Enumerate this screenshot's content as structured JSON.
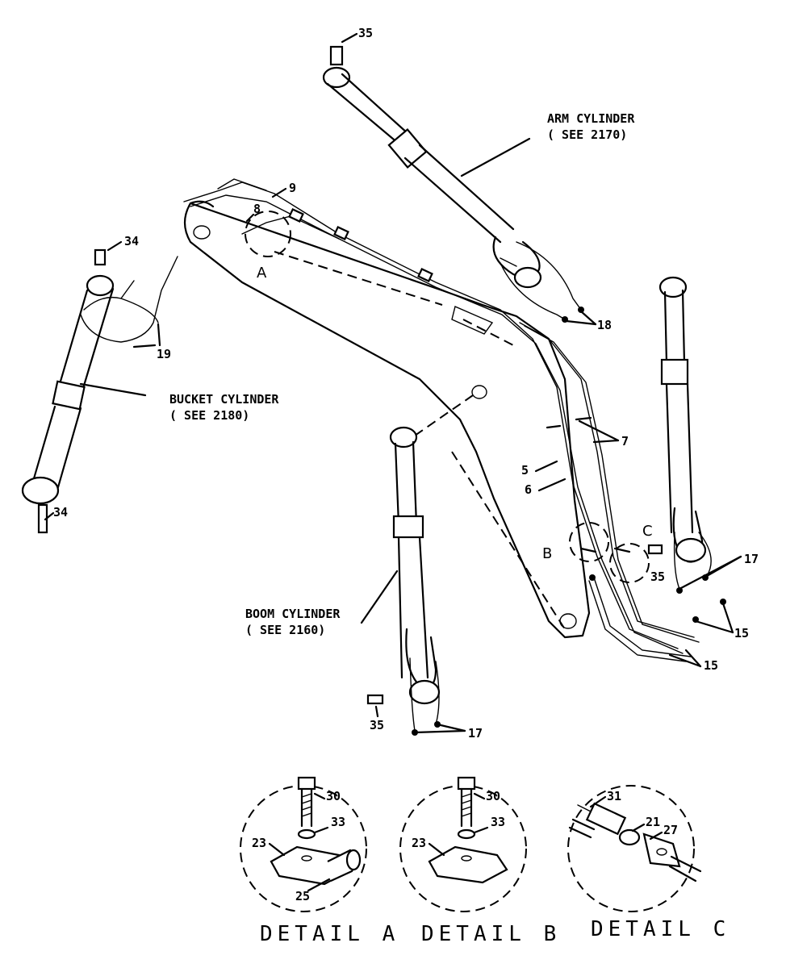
{
  "labels": {
    "arm_cylinder": "ARM CYLINDER",
    "arm_see": "( SEE 2170)",
    "bucket_cylinder": "BUCKET CYLINDER",
    "bucket_see": "( SEE 2180)",
    "boom_cylinder": "BOOM CYLINDER",
    "boom_see": "( SEE 2160)"
  },
  "callouts": {
    "c35_top": "35",
    "c34_top": "34",
    "c34_bottom": "34",
    "c9": "9",
    "c8": "8",
    "cA": "A",
    "c18": "18",
    "c19": "19",
    "c7": "7",
    "c5": "5",
    "c6": "6",
    "cB": "B",
    "cC": "C",
    "c35_mid": "35",
    "c17_right": "17",
    "c15_right": "15",
    "c15_mid": "15",
    "c35_left": "35",
    "c17_bottom": "17"
  },
  "details": {
    "a": {
      "title": "DETAIL A",
      "bolt": "30",
      "ring": "33",
      "clamp": "23",
      "pipe": "25"
    },
    "b": {
      "title": "DETAIL B",
      "bolt": "30",
      "ring": "33",
      "clamp": "23"
    },
    "c": {
      "title": "DETAIL C",
      "bolt": "31",
      "flange": "21",
      "seal": "27"
    }
  }
}
